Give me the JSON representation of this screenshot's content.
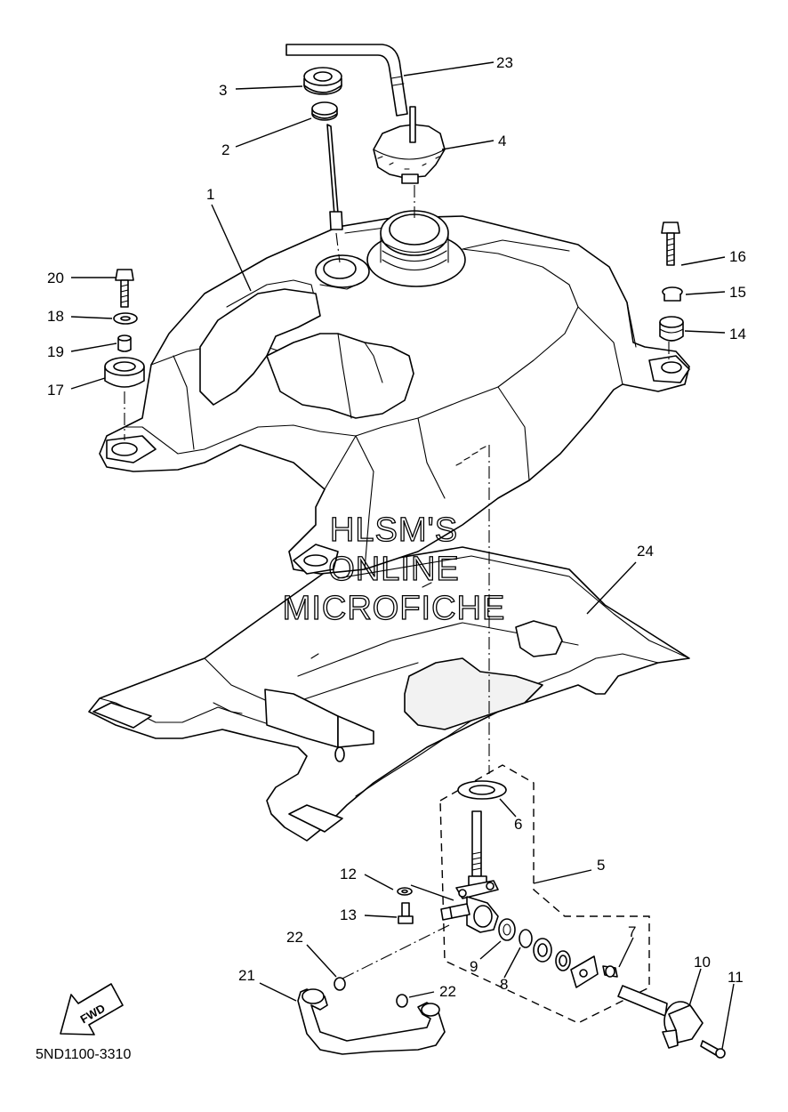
{
  "diagram": {
    "code": "5ND1100-3310",
    "fwd_label": "FWD",
    "watermark": [
      "HLSM'S",
      "ONLINE",
      "MICROFICHE"
    ],
    "callouts": [
      {
        "id": "c1",
        "label": "1"
      },
      {
        "id": "c2",
        "label": "2"
      },
      {
        "id": "c3",
        "label": "3"
      },
      {
        "id": "c4",
        "label": "4"
      },
      {
        "id": "c5",
        "label": "5"
      },
      {
        "id": "c6",
        "label": "6"
      },
      {
        "id": "c7",
        "label": "7"
      },
      {
        "id": "c8",
        "label": "8"
      },
      {
        "id": "c9",
        "label": "9"
      },
      {
        "id": "c10",
        "label": "10"
      },
      {
        "id": "c11",
        "label": "11"
      },
      {
        "id": "c12",
        "label": "12"
      },
      {
        "id": "c13",
        "label": "13"
      },
      {
        "id": "c14",
        "label": "14"
      },
      {
        "id": "c15",
        "label": "15"
      },
      {
        "id": "c16",
        "label": "16"
      },
      {
        "id": "c17",
        "label": "17"
      },
      {
        "id": "c18",
        "label": "18"
      },
      {
        "id": "c19",
        "label": "19"
      },
      {
        "id": "c20",
        "label": "20"
      },
      {
        "id": "c21",
        "label": "21"
      },
      {
        "id": "c22a",
        "label": "22"
      },
      {
        "id": "c22b",
        "label": "22"
      },
      {
        "id": "c23",
        "label": "23"
      },
      {
        "id": "c24",
        "label": "24"
      }
    ]
  }
}
